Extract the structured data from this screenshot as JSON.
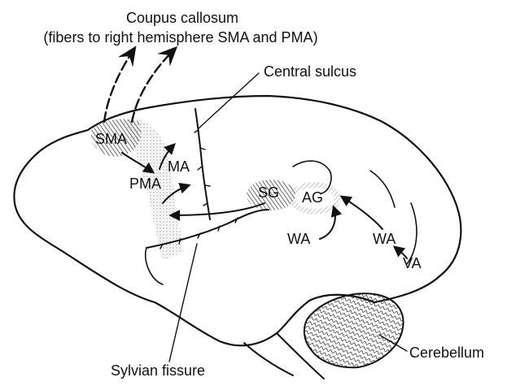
{
  "title": {
    "line1": "Coupus callosum",
    "line2": "(fibers to right hemisphere SMA and PMA)"
  },
  "labels": {
    "central_sulcus": "Central sulcus",
    "sma": "SMA",
    "pma": "PMA",
    "ma": "MA",
    "sg": "SG",
    "ag": "AG",
    "wa_left": "WA",
    "wa_right": "WA",
    "va": "VA",
    "cerebellum": "Cerebellum",
    "sylvian_fissure": "Sylvian fissure"
  },
  "colors": {
    "ink": "#111111",
    "background": "#ffffff",
    "stipple": "#9a9a9a",
    "hatch_dark": "#555555"
  }
}
